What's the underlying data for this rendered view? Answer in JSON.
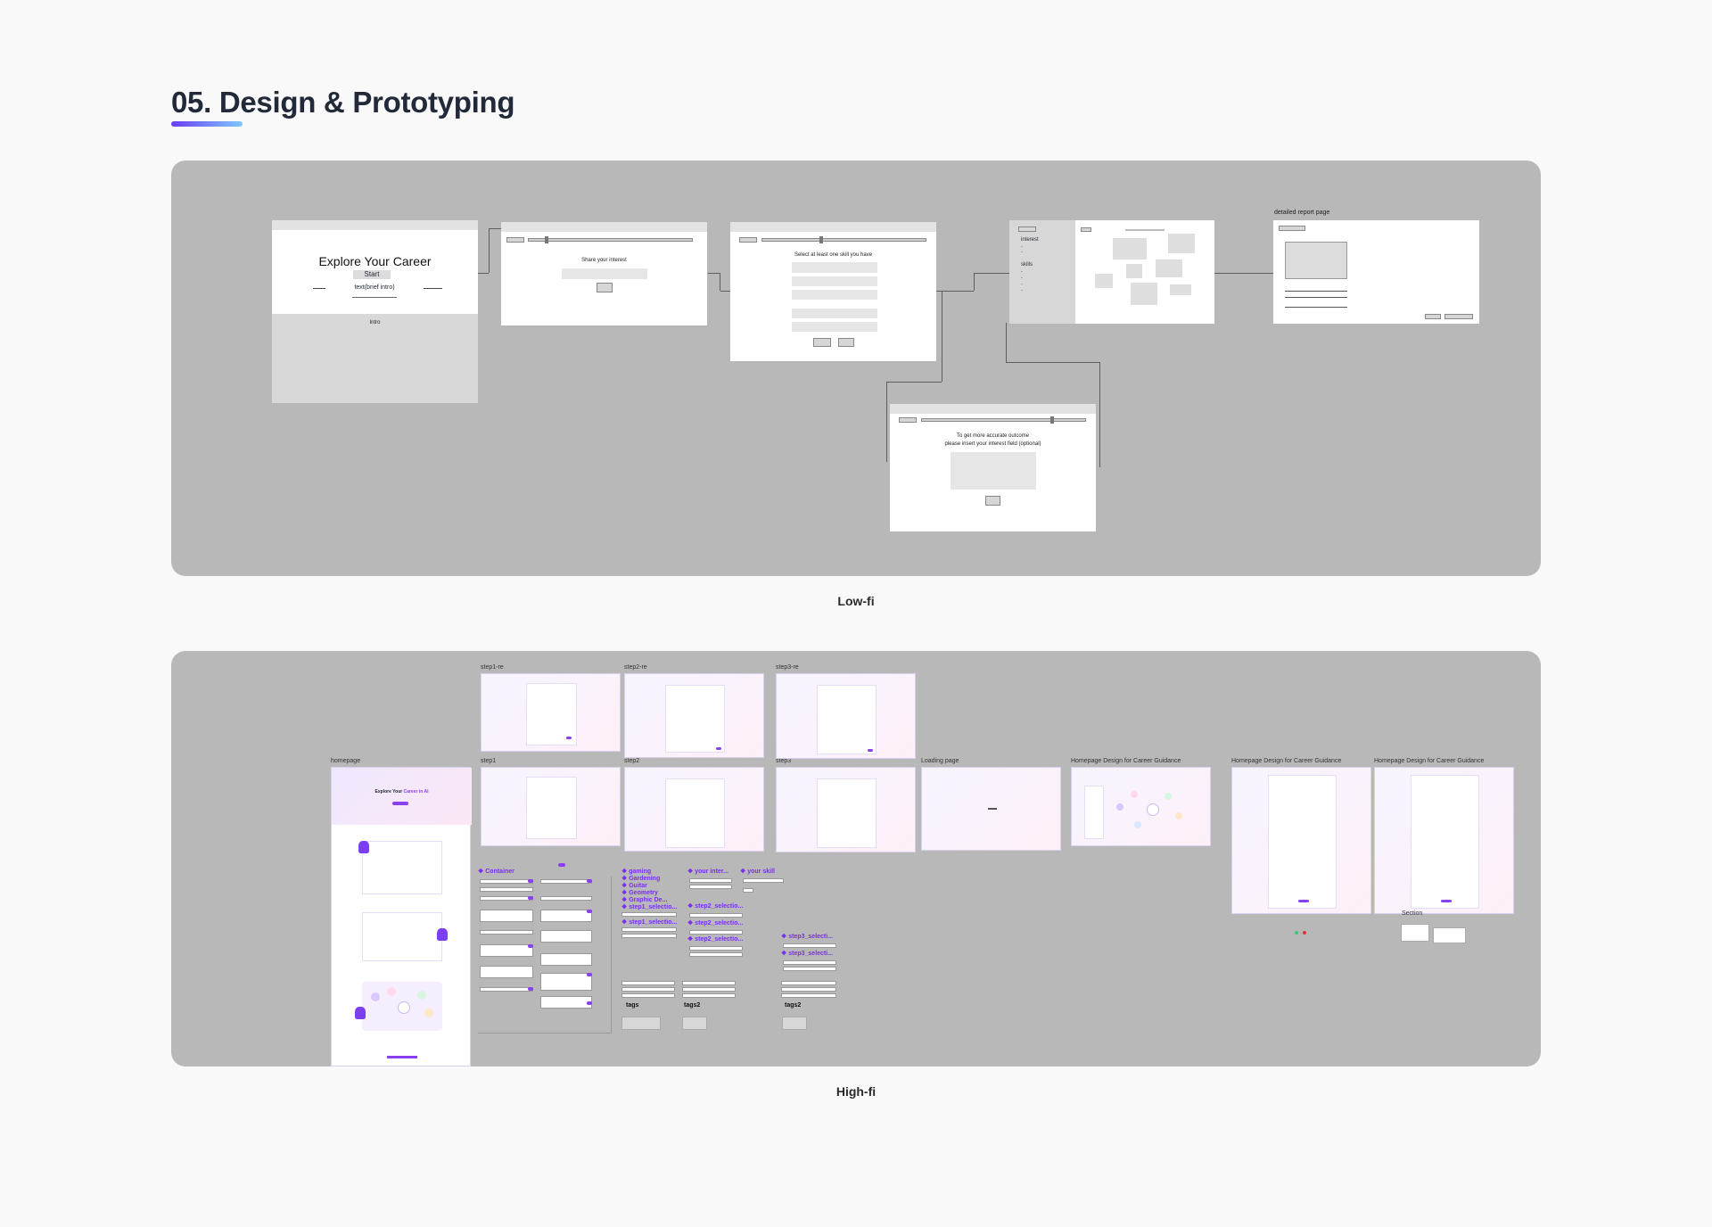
{
  "page": {
    "title": "05. Design & Prototyping",
    "lowfi_caption": "Low-fi",
    "highfi_caption": "High-fi"
  },
  "colors": {
    "accent": "#6a3df0",
    "panel": "#b8b8b8",
    "purple": "#8a3ff2"
  },
  "lowfi": {
    "screen1": {
      "title": "Explore Your Career",
      "start": "Start",
      "subtitle": "text(brief intro)",
      "intro": "Intro"
    },
    "screen2": {
      "prompt": "Share your interest"
    },
    "screen3": {
      "prompt": "Select at least one skill you have"
    },
    "screen4": {
      "line1": "To get more accurate outcome",
      "line2": "please insert your interest field (optional)"
    },
    "screen5": {
      "interest": "interest",
      "skills": "skills",
      "dots": [
        "-",
        "-",
        "-",
        "-",
        "-",
        "-"
      ]
    },
    "screen6": {
      "label": "detailed report page"
    }
  },
  "highfi": {
    "frames": {
      "step1_re": "step1-re",
      "step2_re": "step2-re",
      "step3_re": "step3-re",
      "homepage": "homepage",
      "step1": "step1",
      "step2": "step2",
      "step3": "step3",
      "loading": "Loading page",
      "home_design_1": "Homepage Design for Career Guidance",
      "home_design_2": "Homepage Design for Career Guidance",
      "home_design_3": "Homepage Design for Career Guidance",
      "section": "Section"
    },
    "homepage_hero": {
      "prefix": "Explore Your ",
      "highlight": "Career in AI"
    },
    "components": {
      "container": "Container",
      "interests": [
        "gaming",
        "Gardening",
        "Guitar",
        "Geometry",
        "Graphic De...",
        "step1_selectio...",
        "step1_selectio..."
      ],
      "your_interest": "your inter...",
      "your_skill": "your skill",
      "step2_sel": [
        "step2_selectio...",
        "step2_selectio...",
        "step2_selectio..."
      ],
      "step3_sel": [
        "step3_selecti...",
        "step3_selecti..."
      ],
      "tags": "tags",
      "tags2_a": "tags2",
      "tags2_b": "tags2"
    }
  }
}
